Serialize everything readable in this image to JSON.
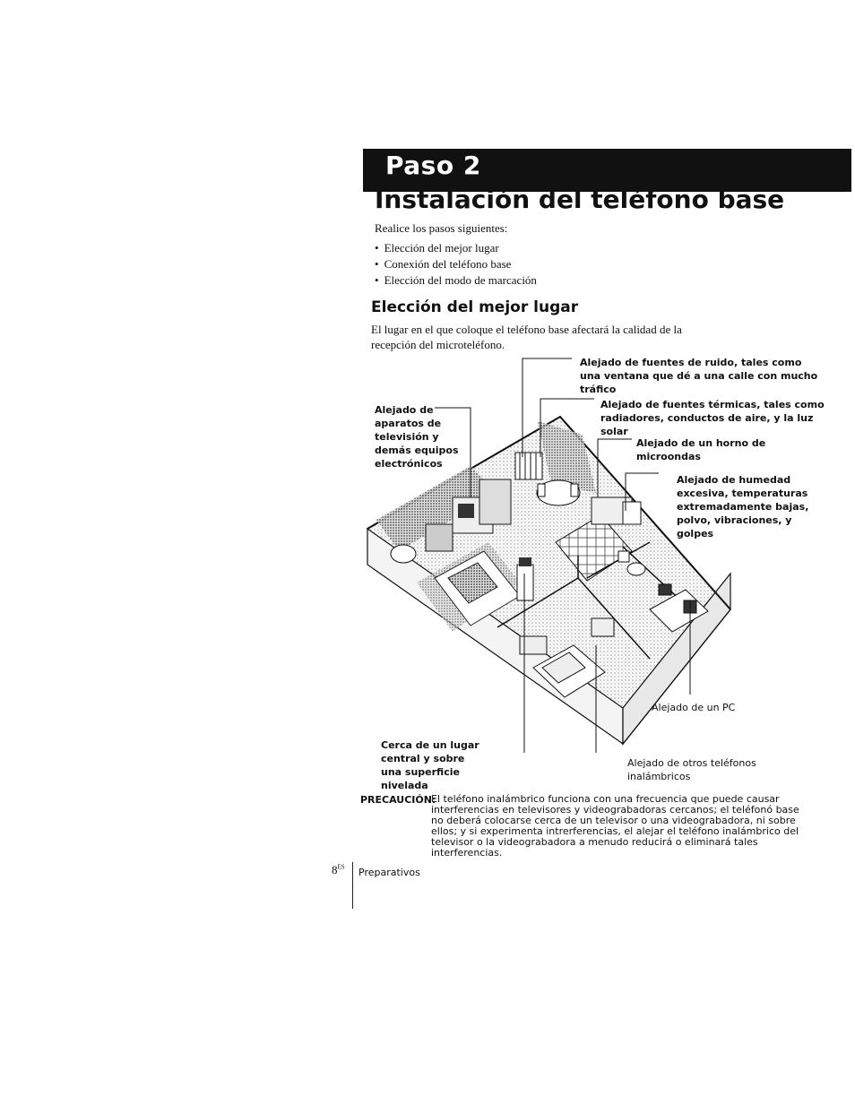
{
  "header": {
    "step": "Paso 2",
    "title": "Instalación del teléfono base"
  },
  "intro": "Realice los pasos siguientes:",
  "steps": [
    "Elección del mejor lugar",
    "Conexión del teléfono base",
    "Elección del modo de marcación"
  ],
  "section": {
    "heading": "Elección del mejor lugar",
    "body": "El lugar en el que coloque el teléfono base afectará la calidad de la recepción del microteléfono."
  },
  "callouts": {
    "noise": "Alejado de fuentes de ruido, tales como una ventana que dé a una calle con mucho tráfico",
    "thermal": "Alejado de fuentes térmicas, tales como radiadores, conductos de aire, y la luz solar",
    "microwave": "Alejado de un horno de microondas",
    "humidity": "Alejado de humedad excesiva, temperaturas extremadamente bajas, polvo, vibraciones, y golpes",
    "tv": "Alejado de aparatos de televisión y demás equipos electrónicos",
    "pc": "Alejado de un PC",
    "central": "Cerca de un lugar central y sobre una superficie nivelada",
    "other_phones": "Alejado de otros teléfonos inalámbricos"
  },
  "caution": {
    "label": "PRECAUCIÓN:",
    "text": "El teléfono inalámbrico funciona con una frecuencia que puede causar interferencias en televisores y videograbadoras cercanos; el teléfonó base no deberá colocarse cerca de un televisor o una videograbadora, ni sobre ellos; y si experimenta intrerferencias, el alejar el teléfono inalámbrico del televisor o la videograbadora a menudo reducirá o eliminará tales interferencias."
  },
  "footer": {
    "page_number": "8",
    "page_suffix": "ES",
    "section": "Preparativos"
  }
}
